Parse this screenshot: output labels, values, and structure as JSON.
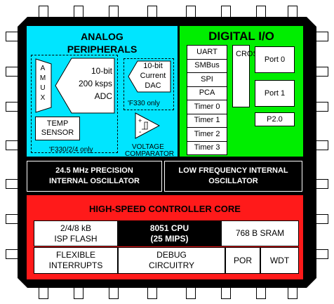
{
  "analog": {
    "title_line1": "ANALOG",
    "title_line2": "PERIPHERALS",
    "amux": [
      "A",
      "M",
      "U",
      "X"
    ],
    "adc_line1": "10-bit",
    "adc_line2": "200 ksps",
    "adc_line3": "ADC",
    "dac_line1": "10-bit",
    "dac_line2": "Current",
    "dac_line3": "DAC",
    "dac_note": "'F330 only",
    "temp_line1": "TEMP",
    "temp_line2": "SENSOR",
    "group_note": "'F330/2/4 only",
    "comparator_line1": "VOLTAGE",
    "comparator_line2": "COMPARATOR"
  },
  "digital": {
    "title": "DIGITAL I/O",
    "peripherals": [
      "UART",
      "SMBus",
      "SPI",
      "PCA",
      "Timer 0",
      "Timer 1",
      "Timer 2",
      "Timer 3"
    ],
    "crossbar": "CROSSBAR",
    "ports": [
      "Port 0",
      "Port 1",
      "P2.0"
    ]
  },
  "oscillators": {
    "precision_line1": "24.5 MHz PRECISION",
    "precision_line2": "INTERNAL OSCILLATOR",
    "lowfreq_line1": "LOW FREQUENCY INTERNAL",
    "lowfreq_line2": "OSCILLATOR"
  },
  "core": {
    "title": "HIGH-SPEED CONTROLLER CORE",
    "flash_line1": "2/4/8 kB",
    "flash_line2": "ISP FLASH",
    "cpu_line1": "8051 CPU",
    "cpu_line2": "(25 MIPS)",
    "sram": "768 B SRAM",
    "interrupts_line1": "FLEXIBLE",
    "interrupts_line2": "INTERRUPTS",
    "debug_line1": "DEBUG",
    "debug_line2": "CIRCUITRY",
    "por": "POR",
    "wdt": "WDT"
  },
  "colors": {
    "analog": "#00e5ff",
    "digital": "#00ee00",
    "core": "#ff1a1a",
    "chip": "#000000",
    "box": "#ffffff"
  }
}
